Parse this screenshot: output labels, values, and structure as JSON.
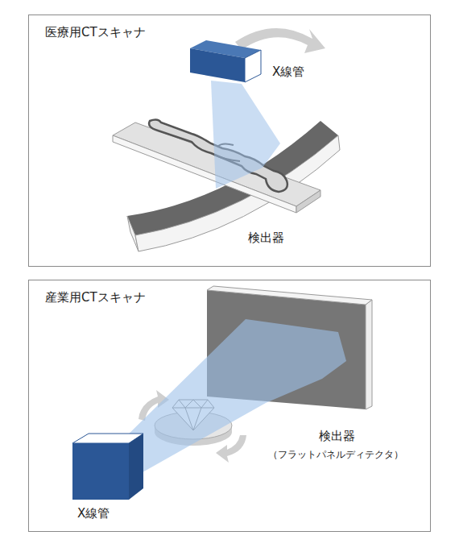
{
  "diagram": {
    "nodes": [
      {
        "text": [
          "医療用CTスキャナ"
        ]
      },
      {
        "text": [
          "産業用CTスキャナ"
        ]
      }
    ],
    "labels": [
      "X線管",
      "検出器",
      "検出器",
      "（フラットパネルディテクタ）",
      "X線管"
    ]
  }
}
